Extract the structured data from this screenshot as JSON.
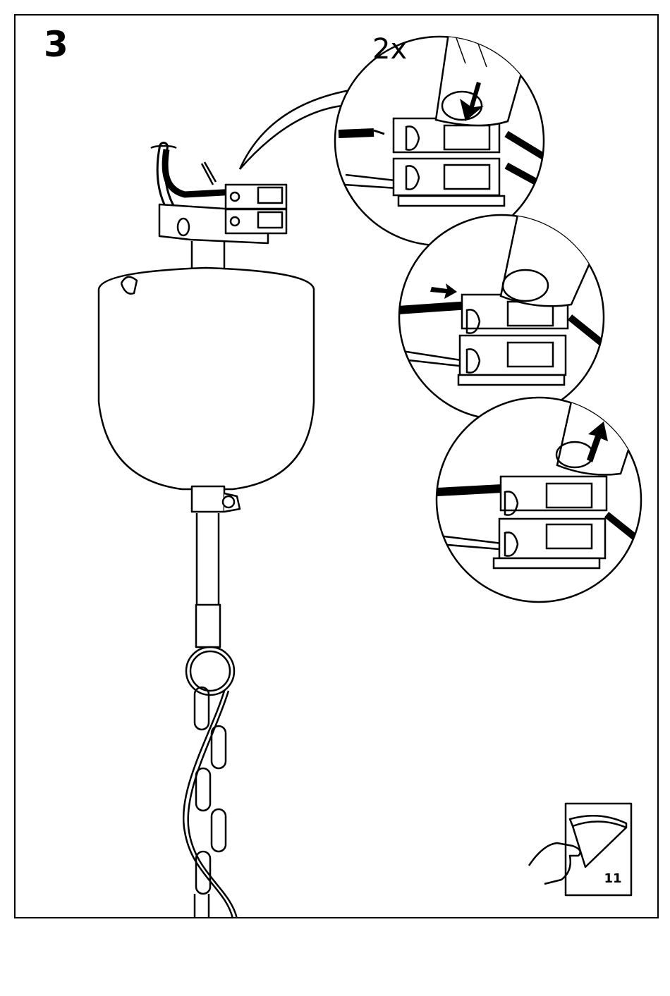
{
  "step_number": "3",
  "quantity_label": "2x",
  "page_number": "11",
  "icons": [
    "chain-pendant",
    "ceiling-cup",
    "wire-connector-block",
    "finger-press",
    "arrow-down",
    "arrow-right",
    "arrow-up",
    "page-turn-hand"
  ],
  "colors": {
    "line": "#000000",
    "background": "#ffffff"
  }
}
